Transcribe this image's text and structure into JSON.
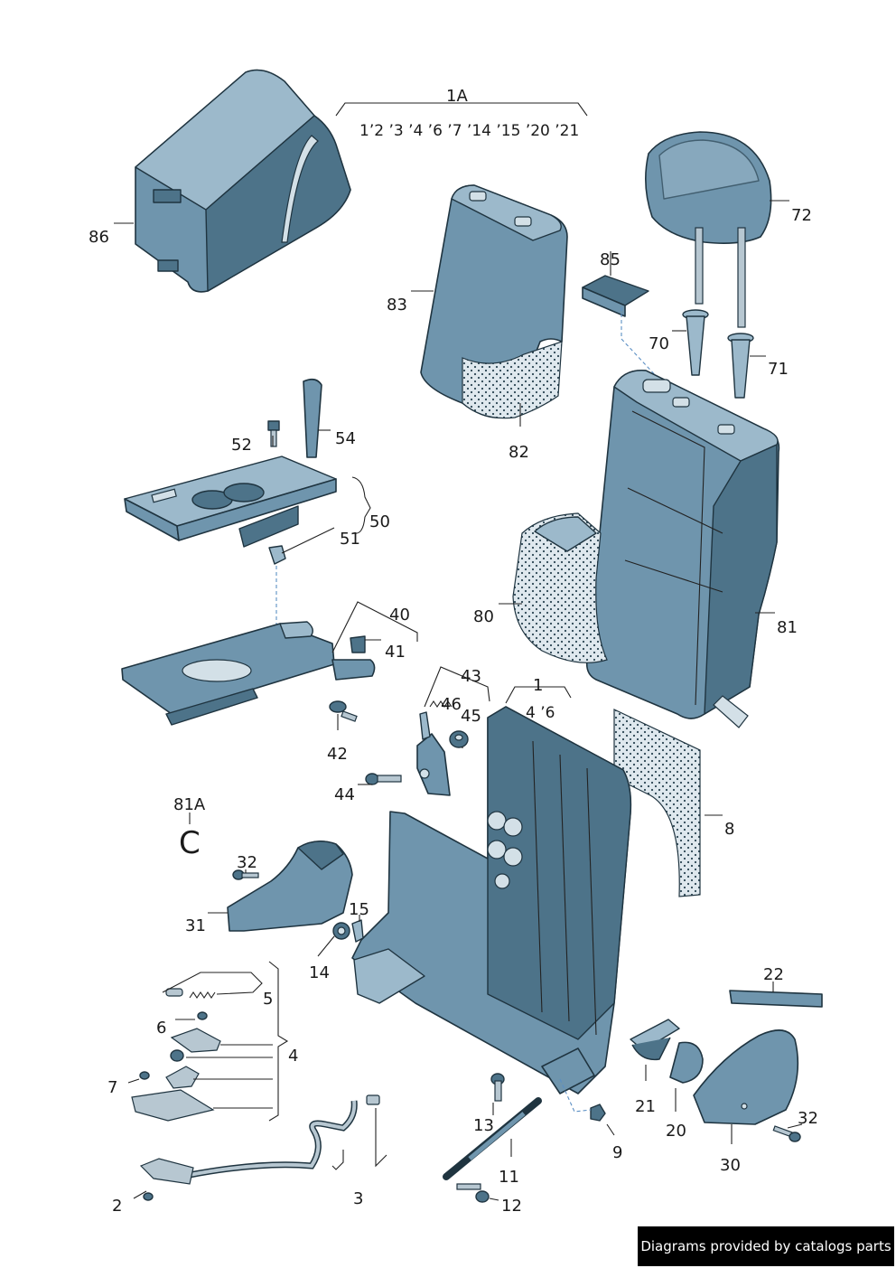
{
  "diagram": {
    "labels": {
      "p1A": "1A",
      "p1A_list": "1’2 ’3 ’4 ’6 ’7 ’14 ’15 ’20 ’21",
      "p86": "86",
      "p72": "72",
      "p83": "83",
      "p85": "85",
      "p70": "70",
      "p71": "71",
      "p82": "82",
      "p52": "52",
      "p54": "54",
      "p50": "50",
      "p51": "51",
      "p80": "80",
      "p81": "81",
      "p40": "40",
      "p41": "41",
      "p43": "43",
      "p46": "46",
      "p45": "45",
      "p42": "42",
      "p44": "44",
      "p1": "1",
      "p1_list": "4 ’6",
      "p8": "8",
      "p81A": "81A",
      "p81A_symbol": "C",
      "p32a": "32",
      "p31": "31",
      "p15": "15",
      "p14": "14",
      "p5": "5",
      "p6": "6",
      "p4": "4",
      "p7": "7",
      "p22": "22",
      "p21": "21",
      "p20": "20",
      "p32b": "32",
      "p30": "30",
      "p13": "13",
      "p9": "9",
      "p11": "11",
      "p3": "3",
      "p2": "2",
      "p12": "12"
    }
  },
  "watermark": {
    "text": "Diagrams provided by catalogs parts"
  },
  "colors": {
    "part": "#6f95ad",
    "outline": "#1f3440",
    "guide": "#5b8fc4"
  }
}
